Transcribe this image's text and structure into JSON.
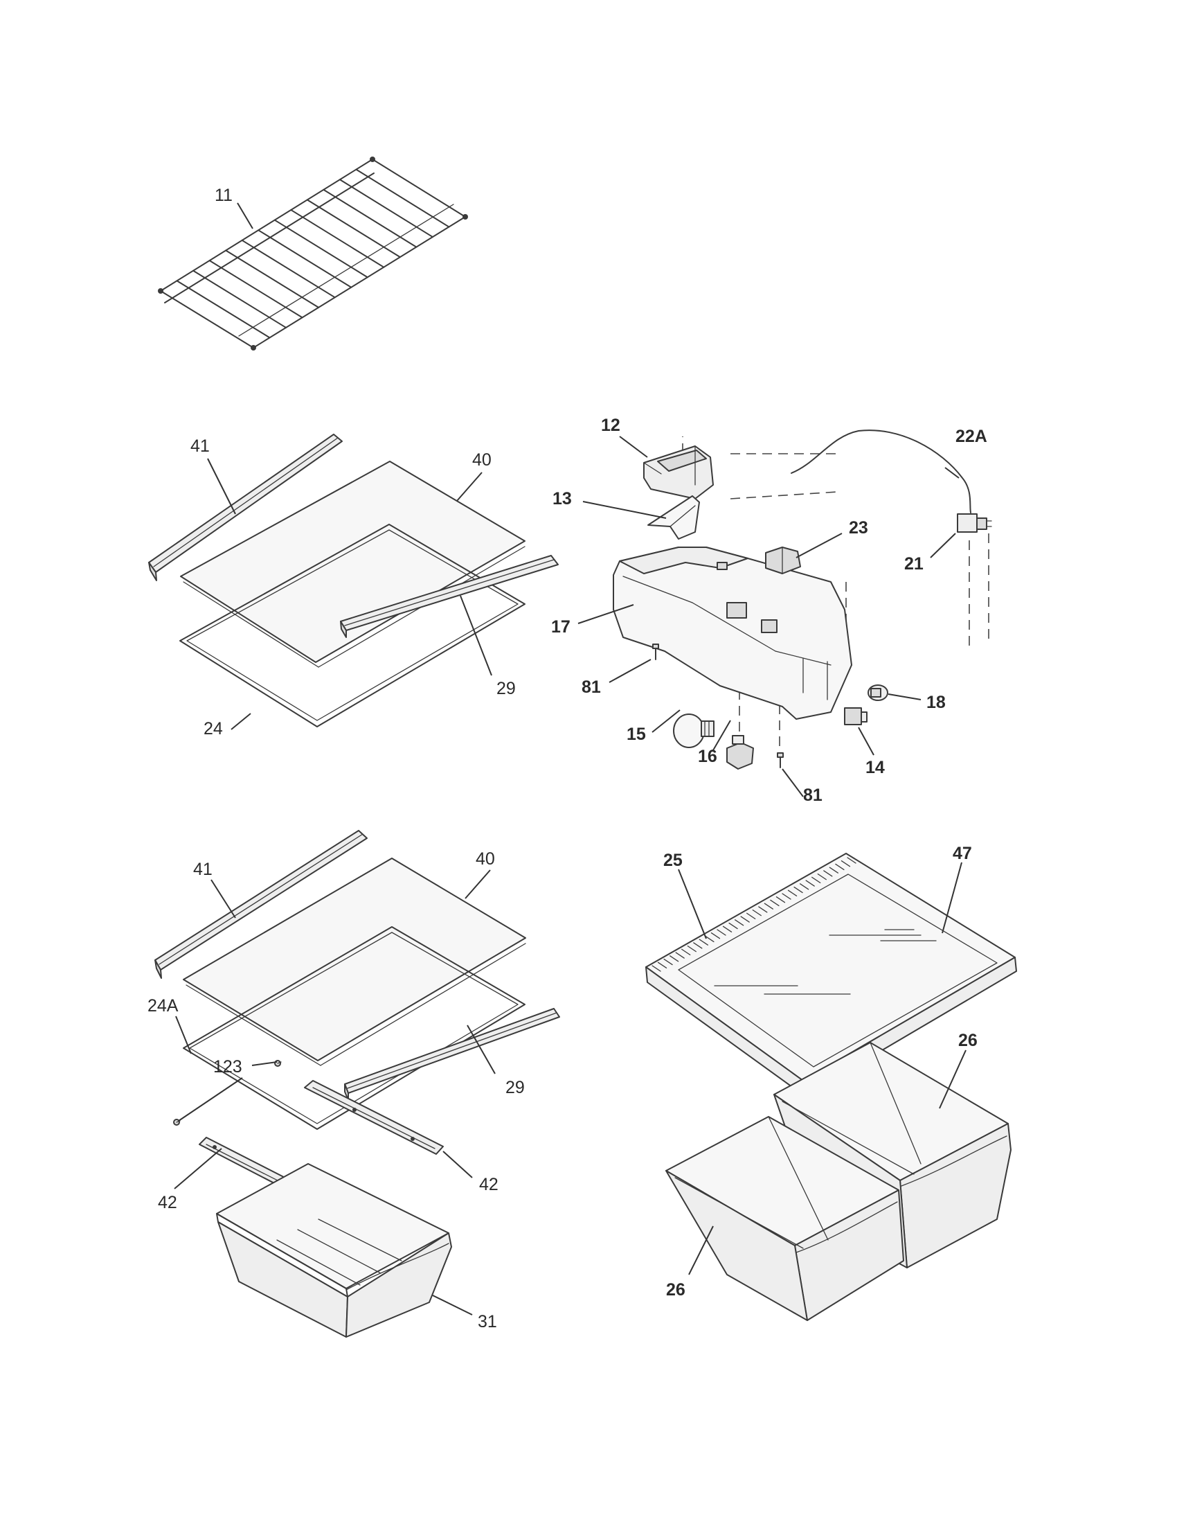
{
  "callouts": {
    "c11": "11",
    "c41a": "41",
    "c40a": "40",
    "c29a": "29",
    "c24": "24",
    "c12": "12",
    "c22a": "22A",
    "c13": "13",
    "c23": "23",
    "c21": "21",
    "c17": "17",
    "c81a": "81",
    "c15": "15",
    "c16": "16",
    "c81b": "81",
    "c14": "14",
    "c18": "18",
    "c41b": "41",
    "c40b": "40",
    "c24a": "24A",
    "c123": "123",
    "c29b": "29",
    "c42a": "42",
    "c42b": "42",
    "c31": "31",
    "c25": "25",
    "c47": "47",
    "c26a": "26",
    "c26b": "26"
  },
  "colors": {
    "line": "#3a3a3a",
    "background": "#ffffff"
  }
}
